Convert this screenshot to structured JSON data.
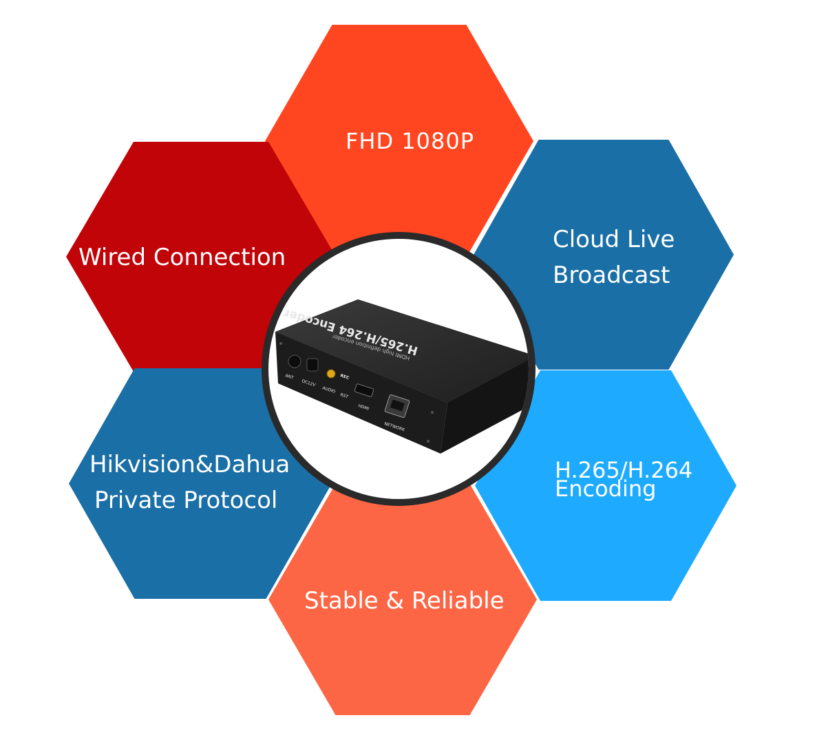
{
  "colors": {
    "top": "#ff4620",
    "topleft": "#c00408",
    "topright": "#1a6fa6",
    "bottomleft": "#1a6fa6",
    "bottomright": "#1eabff",
    "bottom": "#fd6645",
    "ring": "#2a2a2a"
  },
  "features": {
    "top": "FHD 1080P",
    "topleft": "Wired Connection",
    "topright_line1": "Cloud Live",
    "topright_line2": "Broadcast",
    "bottomleft_line1": "Hikvision&Dahua",
    "bottomleft_line2": "Private Protocol",
    "bottomright_line1": "H.265/H.264",
    "bottomright_line2": "Encoding",
    "bottom": "Stable & Reliable"
  },
  "device": {
    "title": "H.265/H.264 Encoder",
    "subtitle": "HDMI high definition encoder",
    "ports": {
      "ant": "ANT",
      "dc": "DC12V",
      "audio": "AUDIO",
      "rec": "REC",
      "rst": "RST",
      "hdmi": "HDMI",
      "network": "NETWORK"
    }
  }
}
